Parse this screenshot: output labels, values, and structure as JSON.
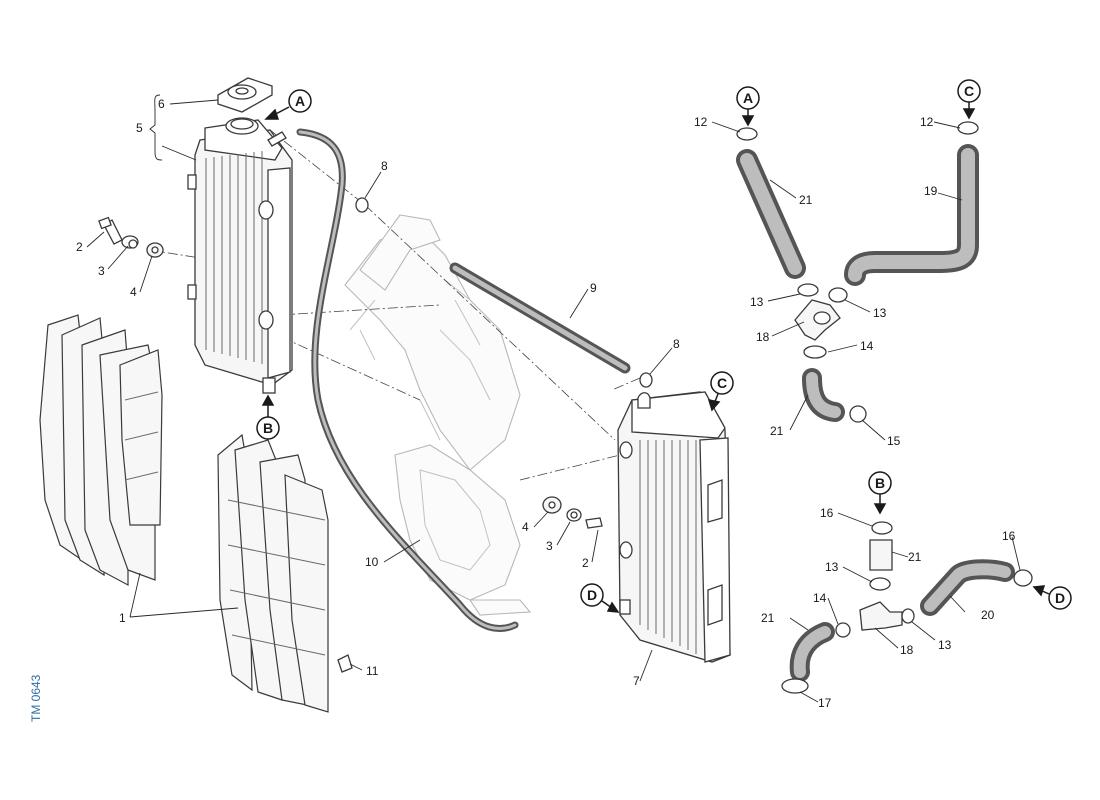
{
  "reference_code": "TM 0643",
  "callouts": {
    "a": "A",
    "b": "B",
    "c": "C",
    "d": "D"
  },
  "part_numbers": {
    "n1": "1",
    "n2": "2",
    "n3": "3",
    "n4": "4",
    "n5": "5",
    "n6": "6",
    "n7": "7",
    "n8": "8",
    "n9": "9",
    "n10": "10",
    "n11": "11",
    "n12": "12",
    "n13": "13",
    "n14": "14",
    "n15": "15",
    "n16": "16",
    "n17": "17",
    "n18": "18",
    "n19": "19",
    "n20": "20",
    "n21": "21"
  }
}
